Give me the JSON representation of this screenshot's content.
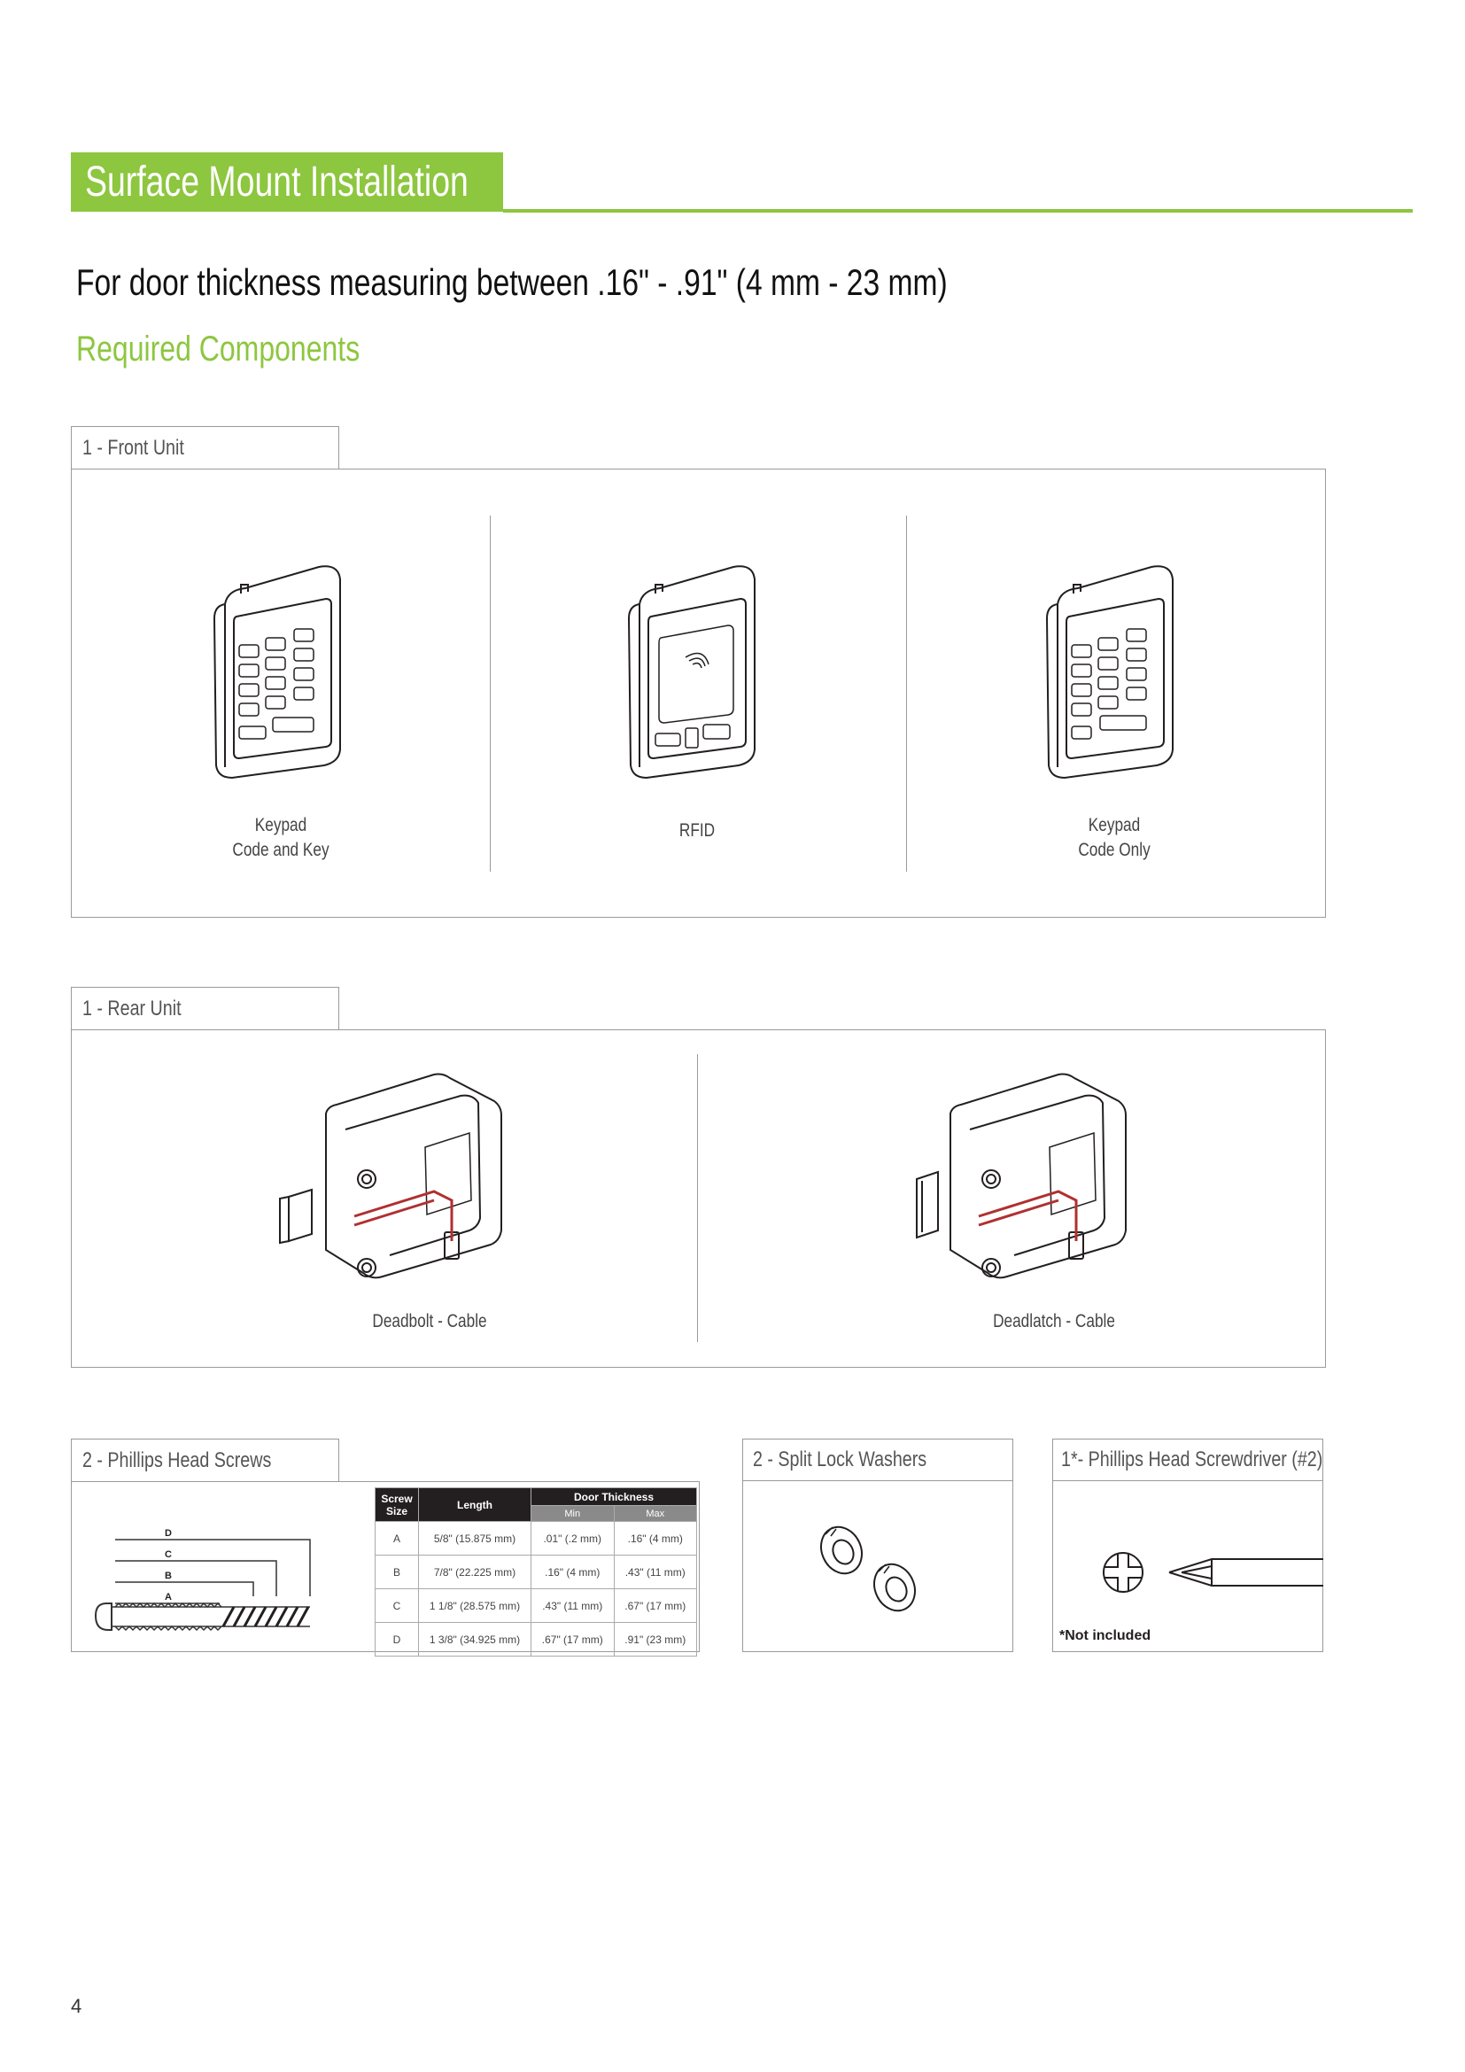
{
  "header": {
    "title": "Surface Mount Installation"
  },
  "subtitle": "For door thickness measuring between .16\" - .91\" (4 mm - 23 mm)",
  "required_heading": "Required Components",
  "front_unit": {
    "label": "1 - Front Unit",
    "items": [
      {
        "line1": "Keypad",
        "line2": "Code and Key"
      },
      {
        "line1": "RFID"
      },
      {
        "line1": "Keypad",
        "line2": "Code Only"
      }
    ]
  },
  "rear_unit": {
    "label": "1 - Rear Unit",
    "items": [
      {
        "line1": "Deadbolt - Cable"
      },
      {
        "line1": "Deadlatch - Cable"
      }
    ]
  },
  "screws": {
    "label": "2 - Phillips Head Screws",
    "diagram_labels": [
      "D",
      "C",
      "B",
      "A"
    ],
    "table": {
      "headers": {
        "size": "Screw Size",
        "length": "Length",
        "door_thickness": "Door Thickness",
        "min": "Min",
        "max": "Max"
      },
      "rows": [
        {
          "size": "A",
          "length": "5/8\" (15.875 mm)",
          "min": ".01\" (.2 mm)",
          "max": ".16\" (4 mm)"
        },
        {
          "size": "B",
          "length": "7/8\" (22.225 mm)",
          "min": ".16\" (4 mm)",
          "max": ".43\" (11 mm)"
        },
        {
          "size": "C",
          "length": "1 1/8\" (28.575 mm)",
          "min": ".43\" (11 mm)",
          "max": ".67\" (17 mm)"
        },
        {
          "size": "D",
          "length": "1 3/8\" (34.925 mm)",
          "min": ".67\" (17 mm)",
          "max": ".91\" (23 mm)"
        }
      ]
    }
  },
  "washers": {
    "label": "2 - Split Lock Washers"
  },
  "screwdriver": {
    "label": "1*- Phillips Head Screwdriver (#2)",
    "note": "*Not included"
  },
  "page_number": "4",
  "colors": {
    "accent": "#8dc63f",
    "text": "#231f20",
    "border": "#9a9a9a",
    "cable": "#b03030"
  }
}
